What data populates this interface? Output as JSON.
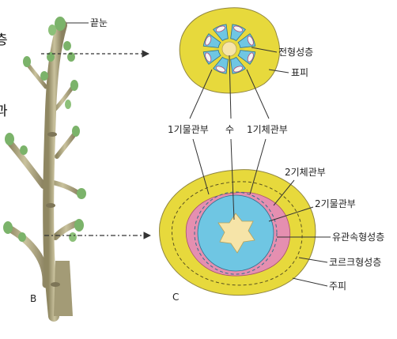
{
  "panels": {
    "b": "B",
    "c": "C"
  },
  "side_text": {
    "top": "층",
    "bottom": "과"
  },
  "labels": {
    "terminal_bud": "끝눈",
    "procambium": "전형성층",
    "epidermis": "표피",
    "primary_xylem": "1기물관부",
    "pith": "수",
    "primary_phloem": "1기체관부",
    "secondary_phloem": "2기체관부",
    "secondary_xylem": "2기물관부",
    "vascular_cambium": "유관속형성층",
    "cork_cambium": "코르크형성층",
    "periderm": "주피"
  },
  "colors": {
    "cortex_yellow": "#e7d93c",
    "vascular_blue": "#6fc6e3",
    "pith_cream": "#f6e4a8",
    "phloem_pink": "#e58fb0",
    "stem_bark": "#b5ad88",
    "bud_green": "#7bb36a"
  }
}
